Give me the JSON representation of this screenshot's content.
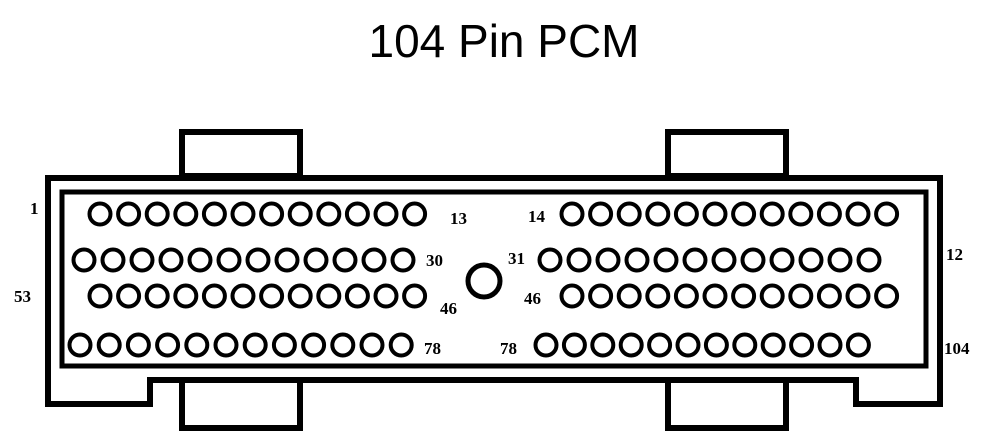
{
  "title": "104 Pin PCM",
  "colors": {
    "outline": "#000000",
    "background": "#ffffff"
  },
  "connector": {
    "pin_count": 104,
    "rows": [
      {
        "left_pins": 12,
        "right_pins": 12
      },
      {
        "left_pins": 12,
        "right_pins": 12
      },
      {
        "left_pins": 12,
        "right_pins": 12
      },
      {
        "left_pins": 12,
        "right_pins": 12
      }
    ],
    "key_post": true,
    "labels": {
      "pin_1": "1",
      "row1_left_end": "13",
      "row1_right_start": "14",
      "row2_left_end": "30",
      "row2_right_start": "31",
      "row2_right_end": "12",
      "row3_left_end": "46",
      "row3_right_start": "46",
      "row4_left_end": "78",
      "row4_right_start": "78",
      "left_side_row3": "53",
      "right_side_row4": "104"
    }
  }
}
